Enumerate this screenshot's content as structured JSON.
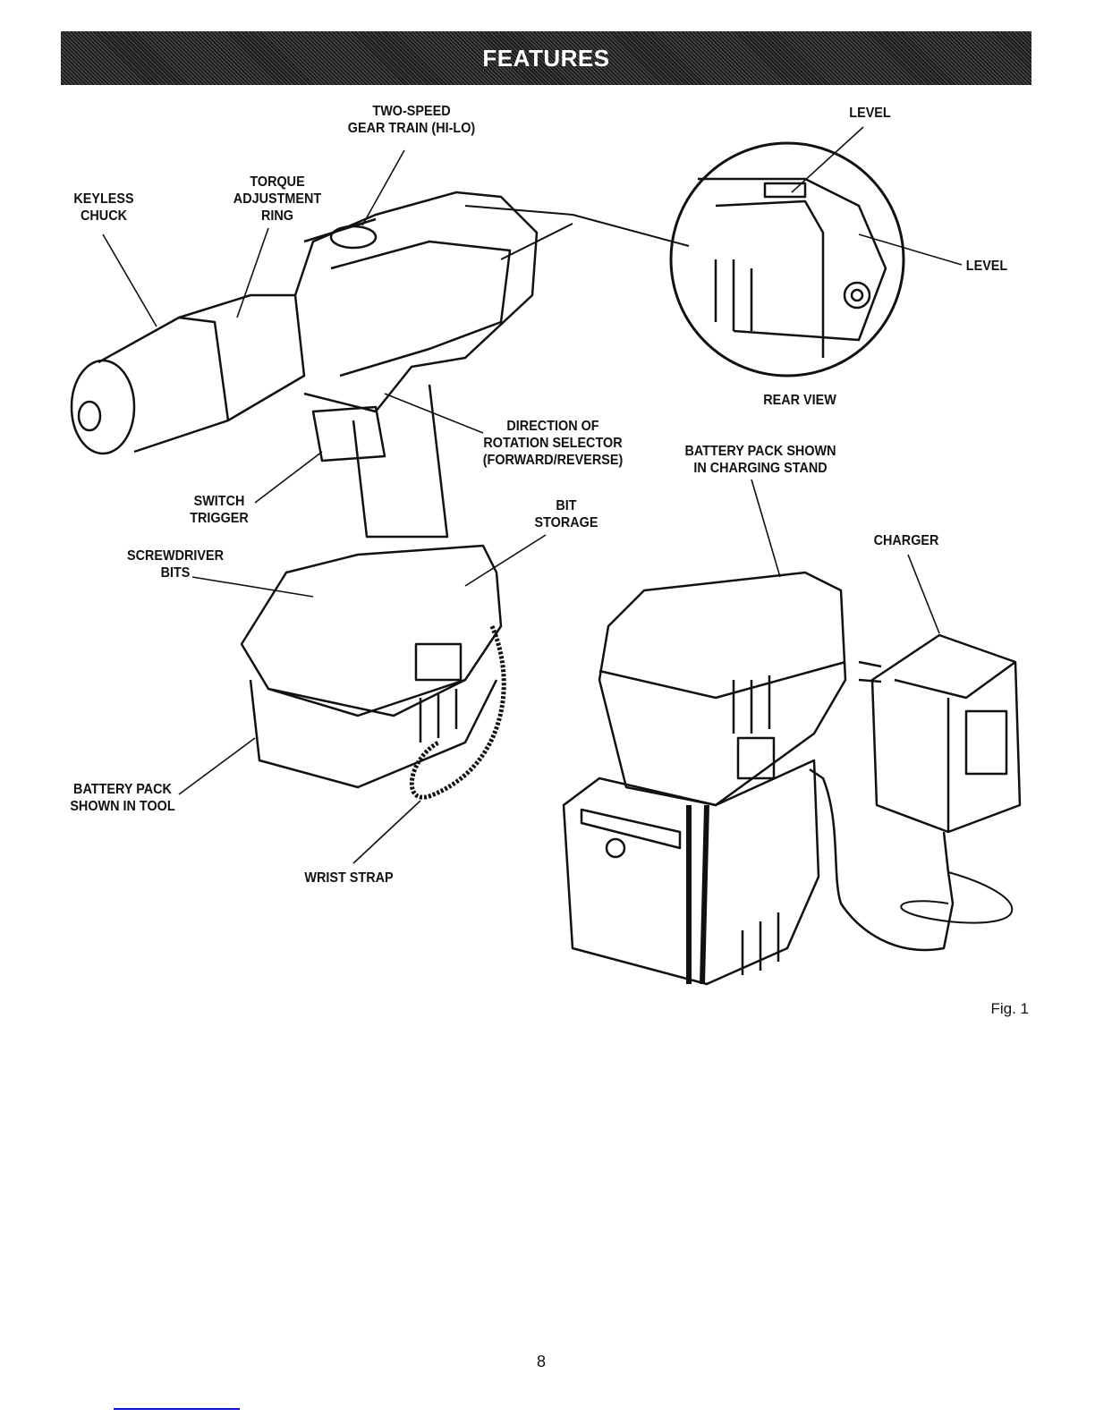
{
  "header": {
    "title": "FEATURES"
  },
  "labels": {
    "two_speed": [
      "TWO-SPEED",
      "GEAR TRAIN (HI-LO)"
    ],
    "level_top": [
      "LEVEL"
    ],
    "torque": [
      "TORQUE",
      "ADJUSTMENT",
      "RING"
    ],
    "keyless": [
      "KEYLESS",
      "CHUCK"
    ],
    "level_right": [
      "LEVEL"
    ],
    "rear_view": [
      "REAR VIEW"
    ],
    "direction": [
      "DIRECTION OF",
      "ROTATION SELECTOR",
      "(FORWARD/REVERSE)"
    ],
    "battery_stand": [
      "BATTERY PACK SHOWN",
      "IN CHARGING STAND"
    ],
    "switch": [
      "SWITCH",
      "TRIGGER"
    ],
    "bit_storage": [
      "BIT",
      "STORAGE"
    ],
    "charger": [
      "CHARGER"
    ],
    "screwdriver": [
      "SCREWDRIVER",
      "BITS"
    ],
    "battery_tool": [
      "BATTERY PACK",
      "SHOWN IN TOOL"
    ],
    "wrist": [
      "WRIST STRAP"
    ]
  },
  "figure_caption": "Fig. 1",
  "page_number": "8",
  "colors": {
    "header_bg": "#2a2a2a",
    "link_line": "#1010d0"
  }
}
